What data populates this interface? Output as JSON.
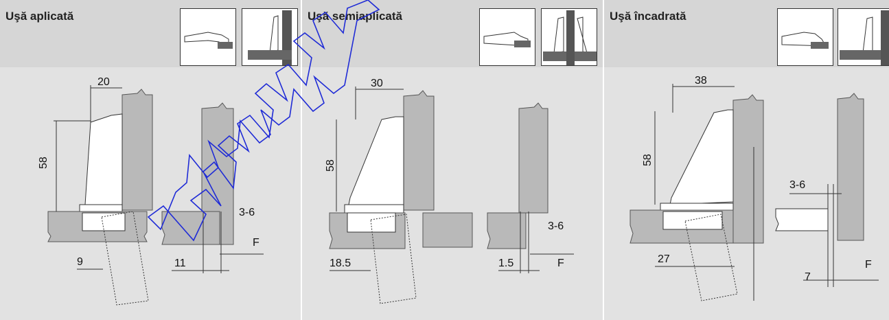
{
  "panels": [
    {
      "title": "Uşă aplicată",
      "dims": {
        "width_top": "20",
        "height": "58",
        "offset_bottom": "9",
        "gap": "3-6",
        "overlay": "11",
        "f": "F"
      }
    },
    {
      "title": "Uşă semiaplicată",
      "dims": {
        "width_top": "30",
        "height": "58",
        "offset_bottom": "18.5",
        "gap": "3-6",
        "overlay": "1.5",
        "f": "F"
      }
    },
    {
      "title": "Uşă încadrată",
      "dims": {
        "width_top": "38",
        "height": "58",
        "offset_bottom": "27",
        "gap": "3-6",
        "overlay": "7",
        "f": "F"
      }
    }
  ],
  "watermark": "www.w"
}
